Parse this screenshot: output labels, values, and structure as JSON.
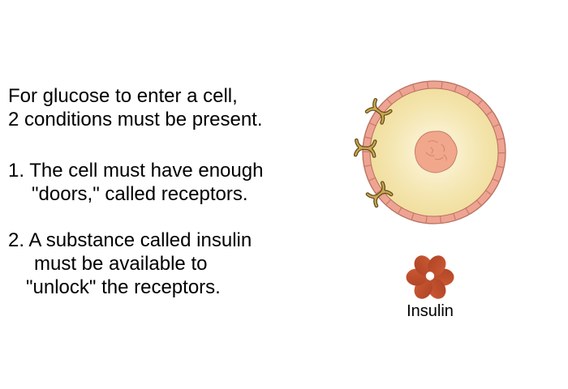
{
  "text": {
    "intro_line1": "For glucose to enter a cell,",
    "intro_line2": "2 conditions must be present.",
    "item1_line1": "1. The cell must have enough",
    "item1_line2": "\"doors,\" called receptors.",
    "item2_line1": "2. A substance called insulin",
    "item2_line2": "must be available to",
    "item2_line3": "\"unlock\" the receptors."
  },
  "illustration": {
    "insulin_label": "Insulin",
    "receptor_count": 3,
    "insulin_petal_count": 6,
    "colors": {
      "background": "#ffffff",
      "text": "#000000",
      "membrane_fill": "#efa392",
      "membrane_edge": "#b5705e",
      "membrane_segment_line": "#c67f6d",
      "cytoplasm_outer": "#f1dfa0",
      "cytoplasm_mid": "#f8eec8",
      "cytoplasm_inner": "#fffdf0",
      "nucleus_fill": "#f0a78c",
      "nucleus_detail": "#c97d61",
      "receptor_fill": "#c9a851",
      "receptor_outline": "#5e481c",
      "insulin_petal_top": "#9e3a21",
      "insulin_petal_mid": "#c2512e",
      "insulin_petal_bottom": "#d96f44",
      "insulin_center": "#ffffff"
    }
  }
}
